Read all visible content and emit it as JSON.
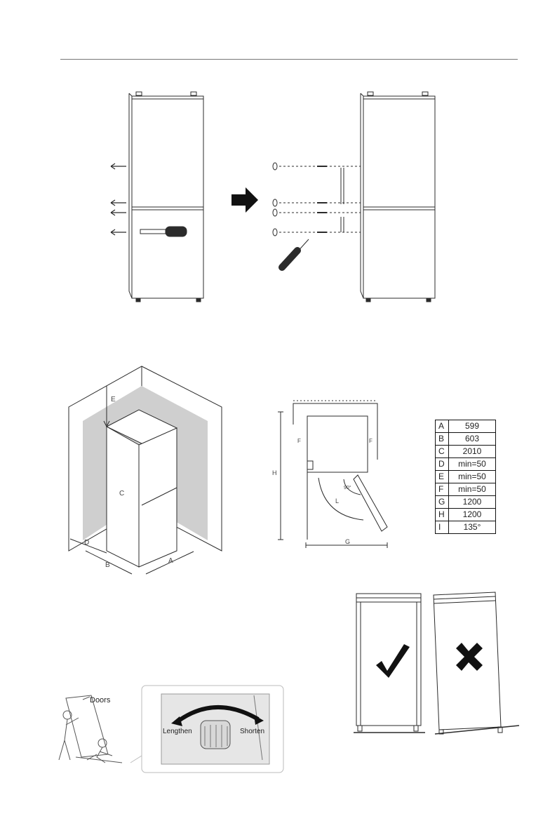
{
  "header": {
    "line": true
  },
  "dimensions": {
    "rows": [
      {
        "key": "A",
        "value": "599"
      },
      {
        "key": "B",
        "value": "603"
      },
      {
        "key": "C",
        "value": "2010"
      },
      {
        "key": "D",
        "value": "min=50"
      },
      {
        "key": "E",
        "value": "min=50"
      },
      {
        "key": "F",
        "value": "min=50"
      },
      {
        "key": "G",
        "value": "1200"
      },
      {
        "key": "H",
        "value": "1200"
      },
      {
        "key": "I",
        "value": "135°"
      }
    ]
  },
  "room_diagram": {
    "labels": {
      "a": "A",
      "b": "B",
      "c": "C",
      "d": "D",
      "e": "E"
    }
  },
  "plan_diagram": {
    "labels": {
      "f_left": "F",
      "f_right": "F",
      "h": "H",
      "g": "G",
      "l": "L",
      "angle": "90°"
    }
  },
  "leveling": {
    "doors_label": "Doors",
    "lengthen_label": "Lengthen",
    "shorten_label": "Shorten"
  },
  "colors": {
    "line": "#2b2b2b",
    "wall_shade": "#cfcfcf",
    "ok_mark": "#111111"
  },
  "icons": [
    "screwdriver-icon",
    "arrow-right-icon",
    "check-icon",
    "cross-icon"
  ]
}
